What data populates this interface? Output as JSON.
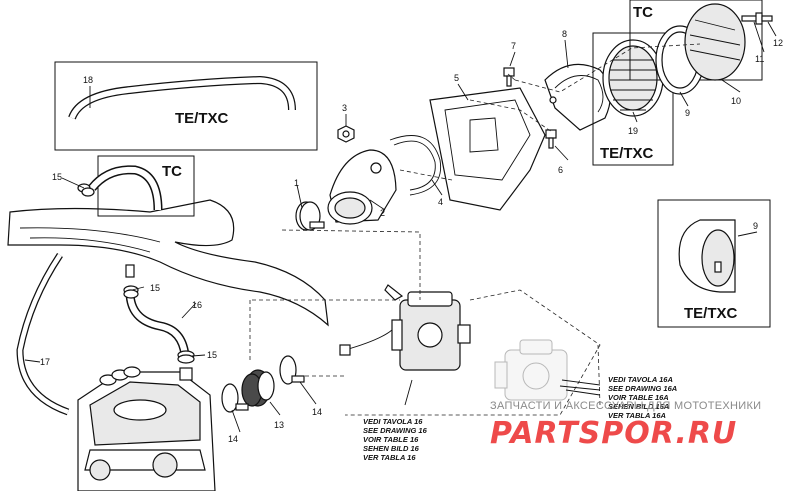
{
  "variant_labels": {
    "te_txc_hose": "TE/TXC",
    "tc_hose": "TC",
    "tc_cover": "TC",
    "te_txc_cover": "TE/TXC",
    "te_txc_ring": "TE/TXC"
  },
  "part_numbers": {
    "p1": "1",
    "p2": "2",
    "p3": "3",
    "p4": "4",
    "p5": "5",
    "p6": "6",
    "p7": "7",
    "p8": "8",
    "p9a": "9",
    "p9b": "9",
    "p10": "10",
    "p11": "11",
    "p12": "12",
    "p13": "13",
    "p14a": "14",
    "p14b": "14",
    "p15a": "15",
    "p15b": "15",
    "p15c": "15",
    "p16": "16",
    "p17": "17",
    "p18": "18",
    "p19": "19"
  },
  "drawing_refs": {
    "table16": [
      "VEDI TAVOLA 16",
      "SEE DRAWING 16",
      "VOIR TABLE 16",
      "SEHEN BILD 16",
      "VER TABLA 16"
    ],
    "table16a": [
      "VEDI TAVOLA 16A",
      "SEE DRAWING 16A",
      "VOIR TABLE 16A",
      "SEHEN BILD 16A",
      "VER TABLA 16A"
    ]
  },
  "watermark": {
    "caption": "ЗАПЧАСТИ И АКСЕССУАРЫ ДЛЯ МОТОТЕХНИКИ",
    "logo": "PARTSPOR.RU"
  },
  "colors": {
    "line": "#111111",
    "watermark": "#ee4a4a"
  }
}
